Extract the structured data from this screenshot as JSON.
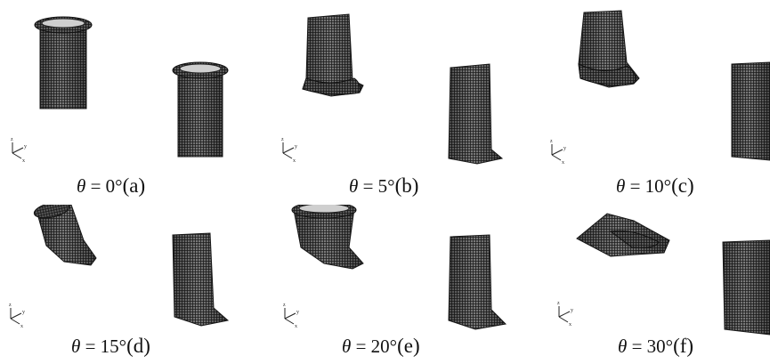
{
  "panels": [
    {
      "caption_prefix": "θ",
      "caption_value": "= 0°",
      "caption_tag": "(a)",
      "axis": {
        "z": "z",
        "y": "y",
        "x": "x"
      }
    },
    {
      "caption_prefix": "θ",
      "caption_value": "= 5°",
      "caption_tag": "(b)",
      "axis": {
        "z": "z",
        "y": "y",
        "x": "x"
      }
    },
    {
      "caption_prefix": "θ",
      "caption_value": "= 10°",
      "caption_tag": "(c)",
      "axis": {
        "z": "z",
        "y": "y",
        "x": "x"
      }
    },
    {
      "caption_prefix": "θ",
      "caption_value": "= 15°",
      "caption_tag": "(d)",
      "axis": {
        "z": "z",
        "y": "y",
        "x": "x"
      }
    },
    {
      "caption_prefix": "θ",
      "caption_value": "= 20°",
      "caption_tag": "(e)",
      "axis": {
        "z": "z",
        "y": "y",
        "x": "x"
      }
    },
    {
      "caption_prefix": "θ",
      "caption_value": "= 30°",
      "caption_tag": "(f)",
      "axis": {
        "z": "z",
        "y": "y",
        "x": "x"
      }
    }
  ],
  "colors": {
    "mesh_dark": "#2b2b2b",
    "mesh_mid": "#6a6a6a",
    "background": "#ffffff"
  }
}
